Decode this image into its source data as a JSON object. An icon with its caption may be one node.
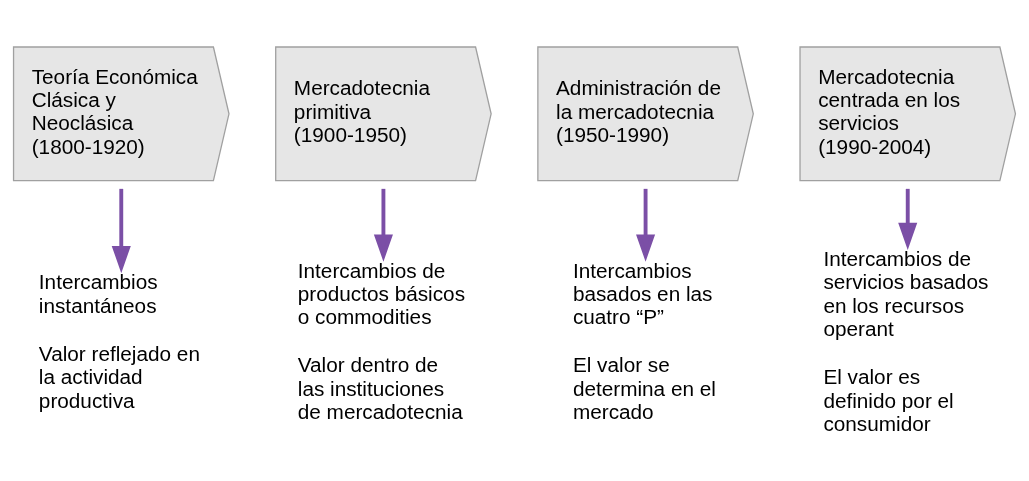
{
  "diagram": {
    "nodes": [
      {
        "text": [
          "Teoría Económica Clásica y Neoclásica (1800-1920)"
        ]
      },
      {
        "text": [
          "Mercadotecnia primitiva (1900-1950)"
        ]
      },
      {
        "text": [
          "Administración de la mercadotecnia (1950-1990)"
        ]
      },
      {
        "text": [
          "Mercadotecnia centrada en los servicios (1990-2004)"
        ]
      },
      {
        "text": [
          "Intercambios instantáneos",
          "Valor reflejado en la actividad productiva"
        ]
      },
      {
        "text": [
          "Intercambios de productos básicos o commodities",
          "Valor dentro de las instituciones de mercadotecnia"
        ]
      },
      {
        "text": [
          "Intercambios basados en las cuatro “P”",
          "El valor se determina en el mercado"
        ]
      },
      {
        "text": [
          "Intercambios de servicios basados en los recursos operant",
          "El valor es definido por el consumidor"
        ]
      }
    ],
    "edges": [
      {
        "from": 0,
        "to": 4,
        "arrow": "to",
        "color": "#7b4fa6"
      },
      {
        "from": 1,
        "to": 5,
        "arrow": "to",
        "color": "#7b4fa6"
      },
      {
        "from": 2,
        "to": 6,
        "arrow": "to",
        "color": "#7b4fa6"
      },
      {
        "from": 3,
        "to": 7,
        "arrow": "to",
        "color": "#7b4fa6"
      }
    ]
  }
}
